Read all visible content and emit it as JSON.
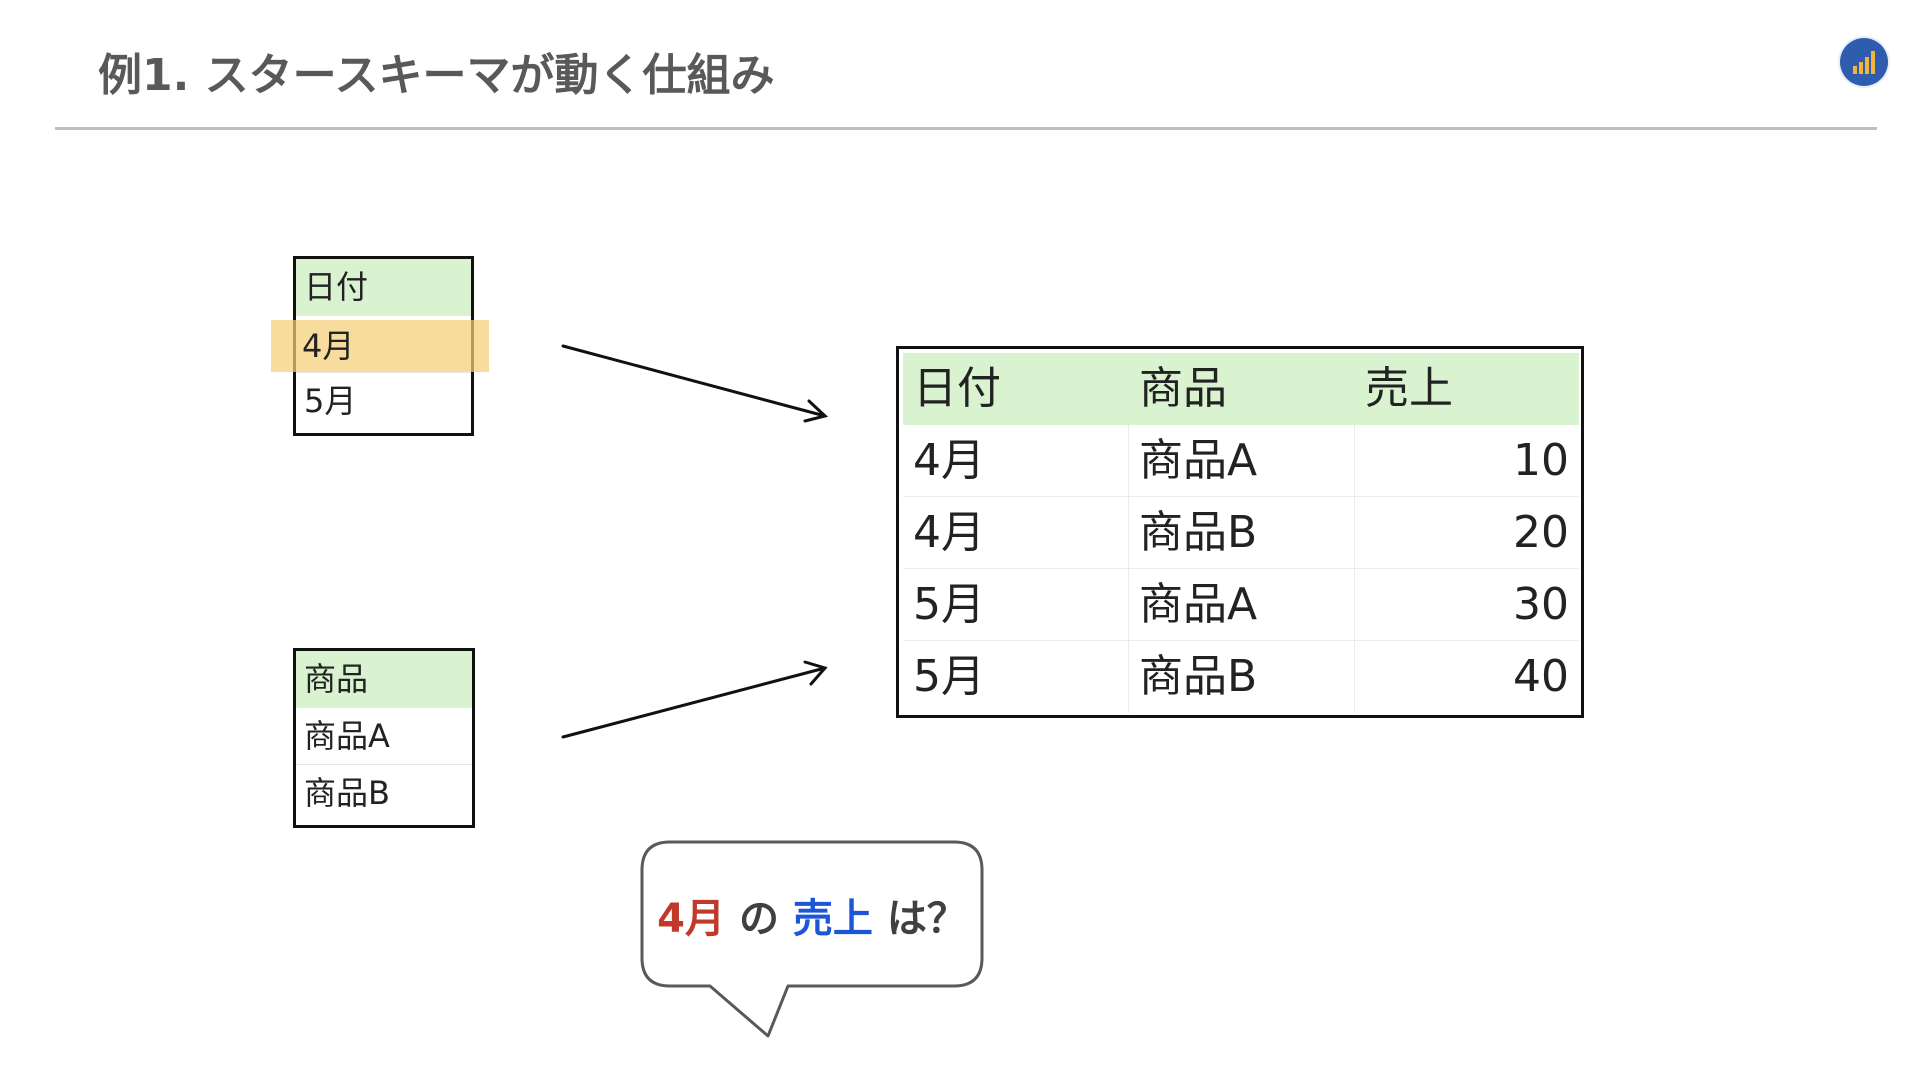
{
  "slide": {
    "title": "例1. スタースキーマが動く仕組み"
  },
  "logo": {
    "icon": "bar-chart-icon",
    "background": "#2f5cad",
    "bars": "#f2b53a"
  },
  "date_table": {
    "header": "日付",
    "rows": [
      "4月",
      "5月"
    ],
    "highlighted_row": "4月"
  },
  "product_table": {
    "header": "商品",
    "rows": [
      "商品A",
      "商品B"
    ]
  },
  "fact_table": {
    "headers": [
      "日付",
      "商品",
      "売上"
    ],
    "rows": [
      [
        "4月",
        "商品A",
        "10"
      ],
      [
        "4月",
        "商品B",
        "20"
      ],
      [
        "5月",
        "商品A",
        "30"
      ],
      [
        "5月",
        "商品B",
        "40"
      ]
    ]
  },
  "question": {
    "month": "4月",
    "particle1": "の",
    "measure": "売上",
    "particle2": "は？"
  },
  "colors": {
    "header_green": "#d9f2d0",
    "highlight_yellow": "#f5cf78",
    "question_red": "#c0392b",
    "question_blue": "#1a56d6",
    "title_gray": "#595959"
  }
}
